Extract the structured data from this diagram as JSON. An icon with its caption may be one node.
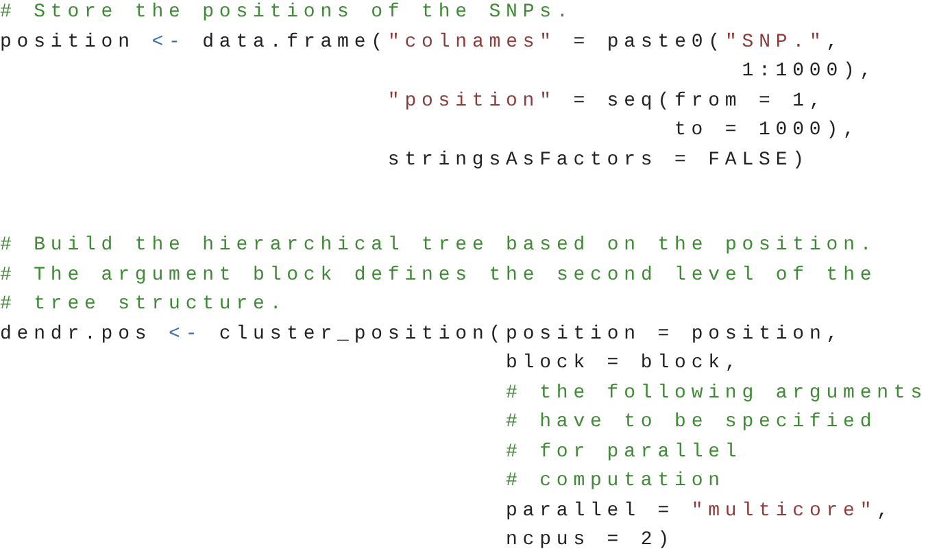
{
  "diagram": {
    "labels": [
      "# Store the positions of the SNPs.",
      "position <- data.frame(\"colnames\" = paste0(\"SNP.\",",
      "1:1000),",
      "\"position\" = seq(from = 1,",
      "to = 1000),",
      "stringsAsFactors = FALSE)",
      "# Build the hierarchical tree based on the position.",
      "# The argument block defines the second level of the",
      "# tree structure.",
      "dendr.pos <- cluster_position(position = position,",
      "block = block,",
      "# the following arguments",
      "# have to be specified",
      "# for parallel",
      "# computation",
      "parallel = \"multicore\",",
      "ncpus = 2)"
    ]
  }
}
